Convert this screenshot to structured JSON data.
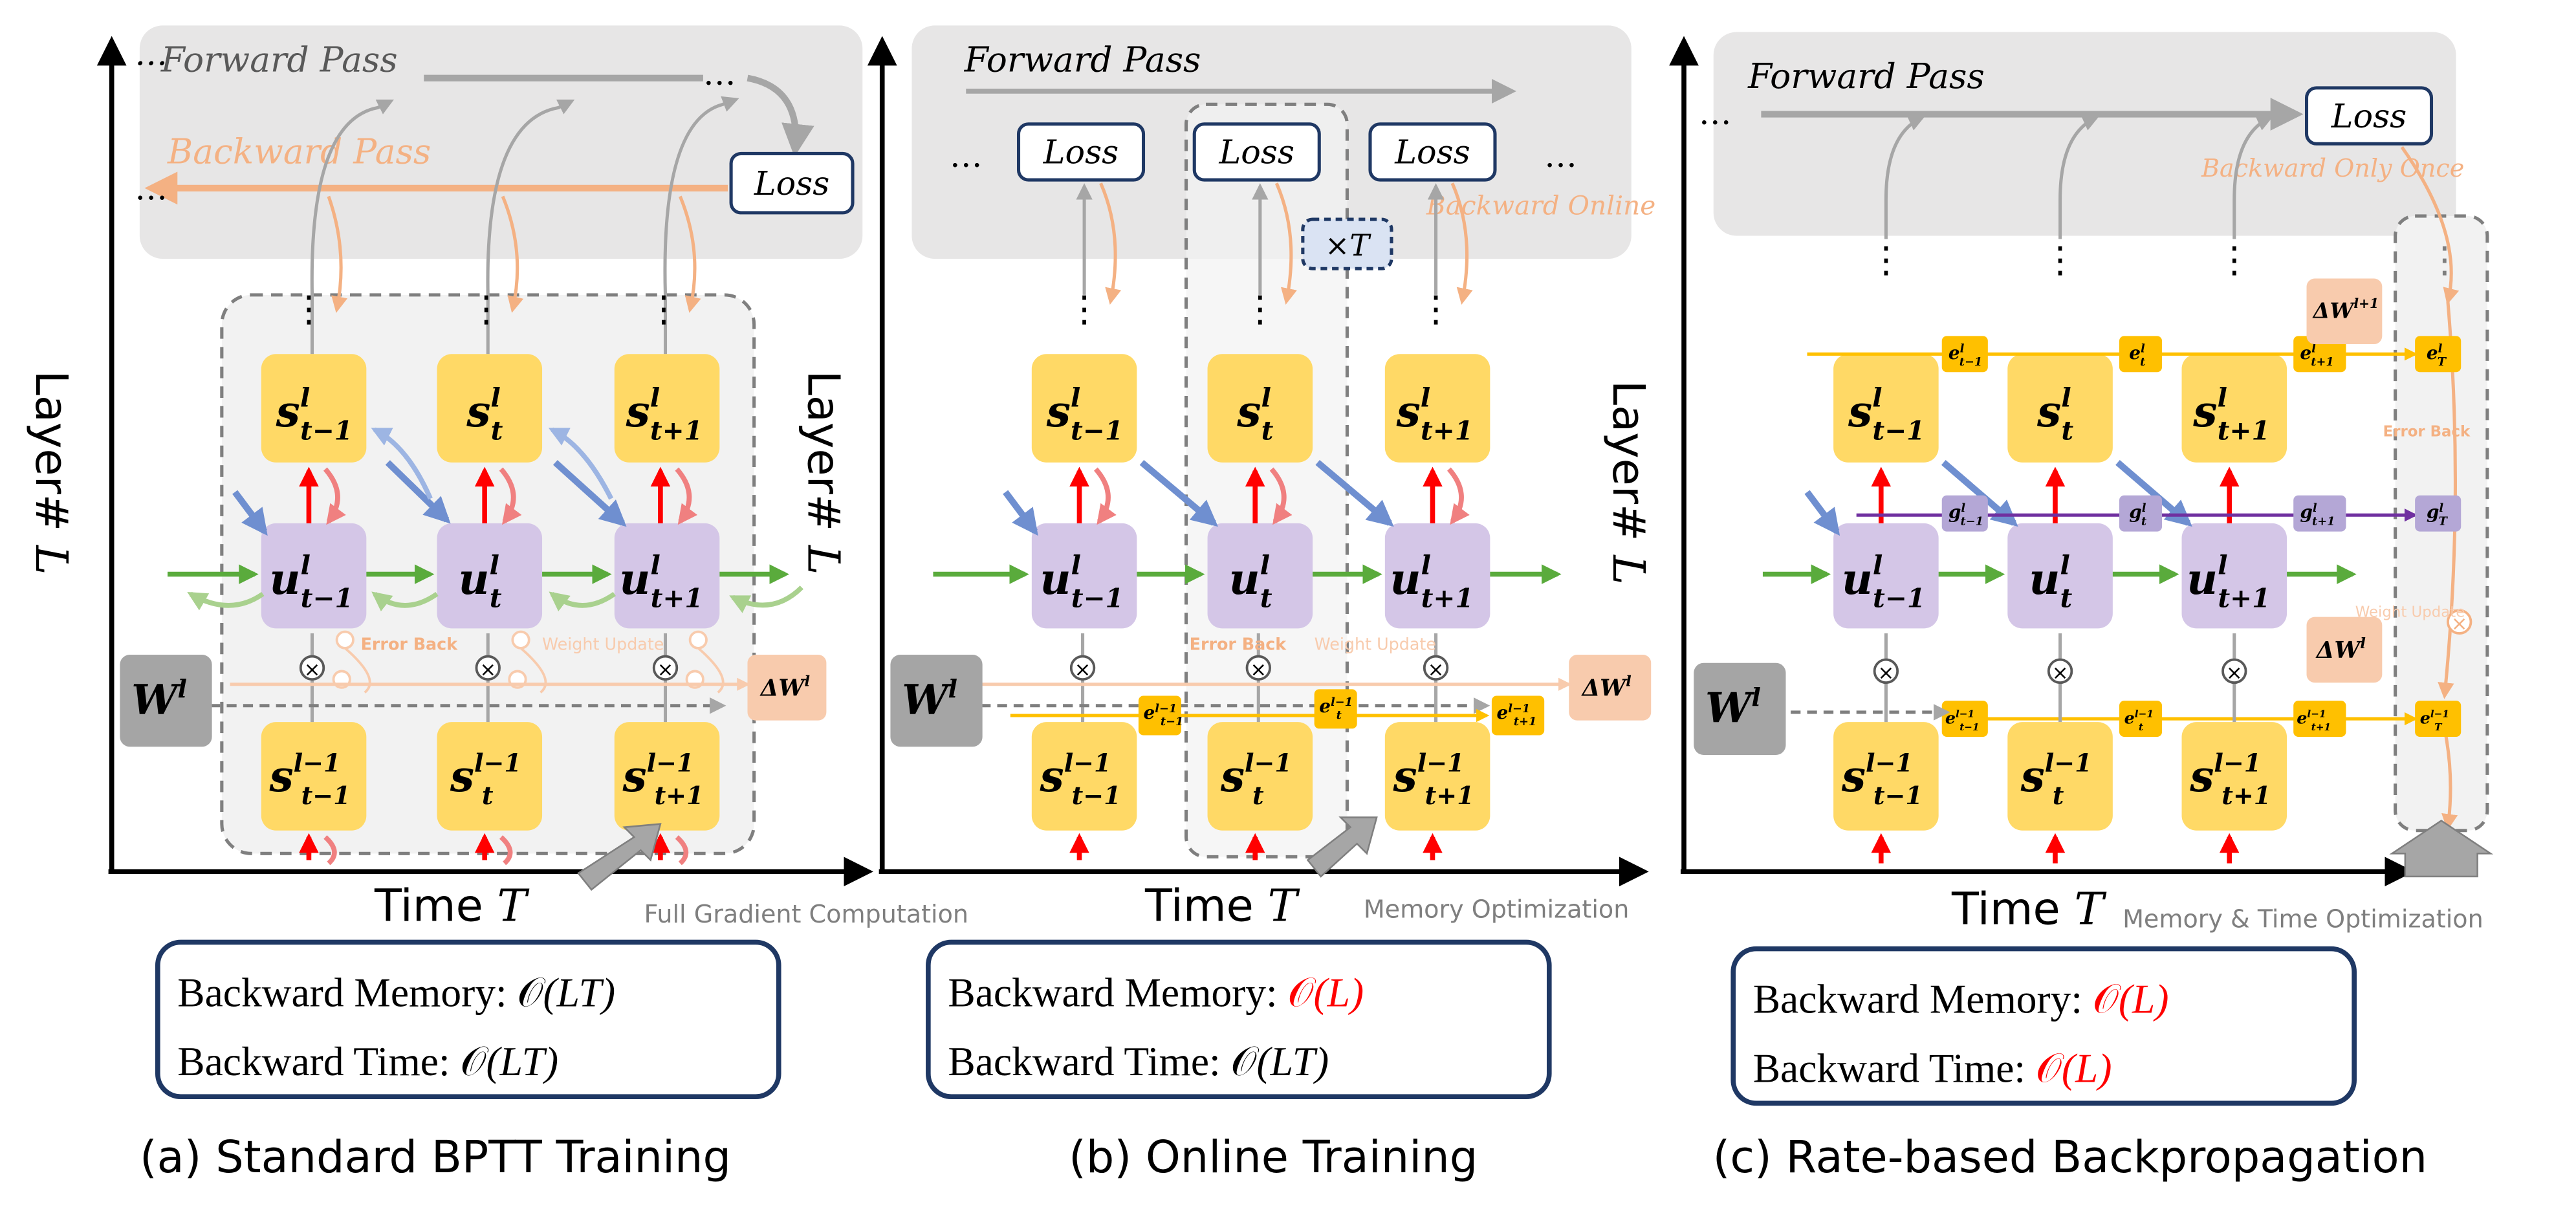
{
  "common": {
    "y_axis_label": "Layer# ",
    "y_axis_var": "L",
    "x_axis_label": "Time ",
    "x_axis_var": "T",
    "forward_pass": "Forward Pass",
    "backward_pass": "Backward Pass",
    "loss": "Loss",
    "dots": "…",
    "vdots": "⋮",
    "weight_label": "W",
    "weight_sup": "l",
    "delta_w": "ΔW",
    "delta_w_sup": "l",
    "delta_w_next_sup": "l+1",
    "error_back": "Error Back",
    "weight_update": "Weight Update",
    "memory_prefix": "Backward Memory: ",
    "time_prefix": "Backward Time: ",
    "bigO": "𝒪",
    "o_LT": "(LT)",
    "o_L": "(L)",
    "colors": {
      "forward_gray": "#a6a6a6",
      "backward_orange": "#f4b183",
      "spike_red": "#ff0000",
      "grad_blue": "#6f8fd0",
      "membrane_green": "#5aab3c",
      "state_yellow": "#ffd966",
      "potential_purple": "#d4c6e7",
      "trace_orange": "#ffc000",
      "panel_gray": "#e7e6e6",
      "box_navy": "#1f3864",
      "highlight_red": "#ff0000"
    }
  },
  "panels": [
    {
      "caption": "(a) Standard BPTT Training",
      "note": "Full Gradient Computation",
      "memory": "(LT)",
      "time": "(LT)",
      "memory_red": false,
      "time_red": false,
      "nodes": {
        "s_top": [
          "t−1",
          "t",
          "t+1"
        ],
        "u": [
          "t−1",
          "t",
          "t+1"
        ],
        "s_bottom": [
          "t−1",
          "t",
          "t+1"
        ]
      }
    },
    {
      "caption": "(b) Online Training",
      "note": "Memory Optimization",
      "backward_online": "Backward Online",
      "times_T": "×T",
      "memory": "(L)",
      "time": "(LT)",
      "memory_red": true,
      "time_red": false,
      "traces": [
        "t−1",
        "t",
        "t+1"
      ]
    },
    {
      "caption": "(c) Rate-based Backpropagation",
      "note": "Memory & Time Optimization",
      "backward_only_once": "Backward Only Once",
      "memory": "(L)",
      "time": "(L)",
      "memory_red": true,
      "time_red": true,
      "traces_e_l": [
        "t−1",
        "t",
        "t+1",
        "T"
      ],
      "traces_g": [
        "t−1",
        "t",
        "t+1",
        "T"
      ],
      "traces_e_lm1": [
        "t−1",
        "t",
        "t+1",
        "T"
      ]
    }
  ]
}
